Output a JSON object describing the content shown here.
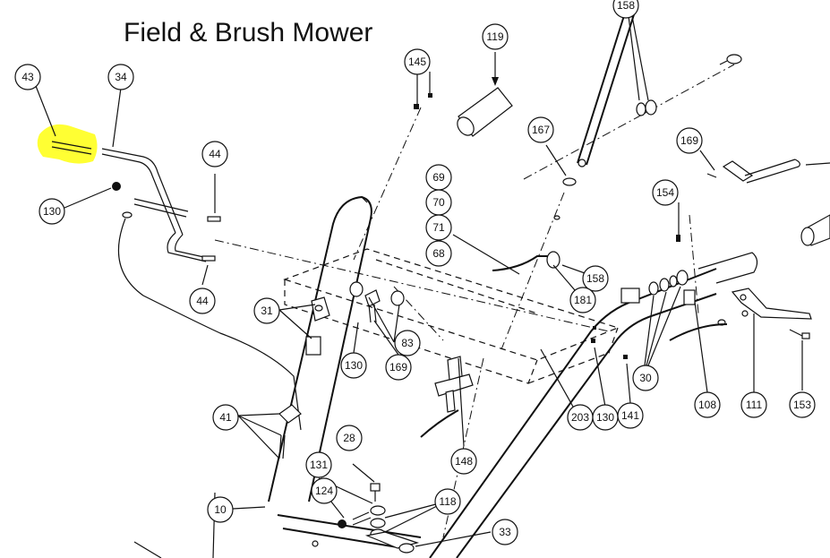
{
  "title": "Field & Brush Mower",
  "highlight_color": "#ffff33",
  "highlighted_callout": "43",
  "callouts": [
    "43",
    "34",
    "130",
    "44",
    "44",
    "145",
    "119",
    "158",
    "167",
    "69",
    "70",
    "71",
    "68",
    "169",
    "154",
    "31",
    "83",
    "130",
    "169",
    "158",
    "181",
    "30",
    "108",
    "111",
    "153",
    "41",
    "28",
    "131",
    "124",
    "118",
    "148",
    "203",
    "130",
    "141",
    "10",
    "33"
  ]
}
